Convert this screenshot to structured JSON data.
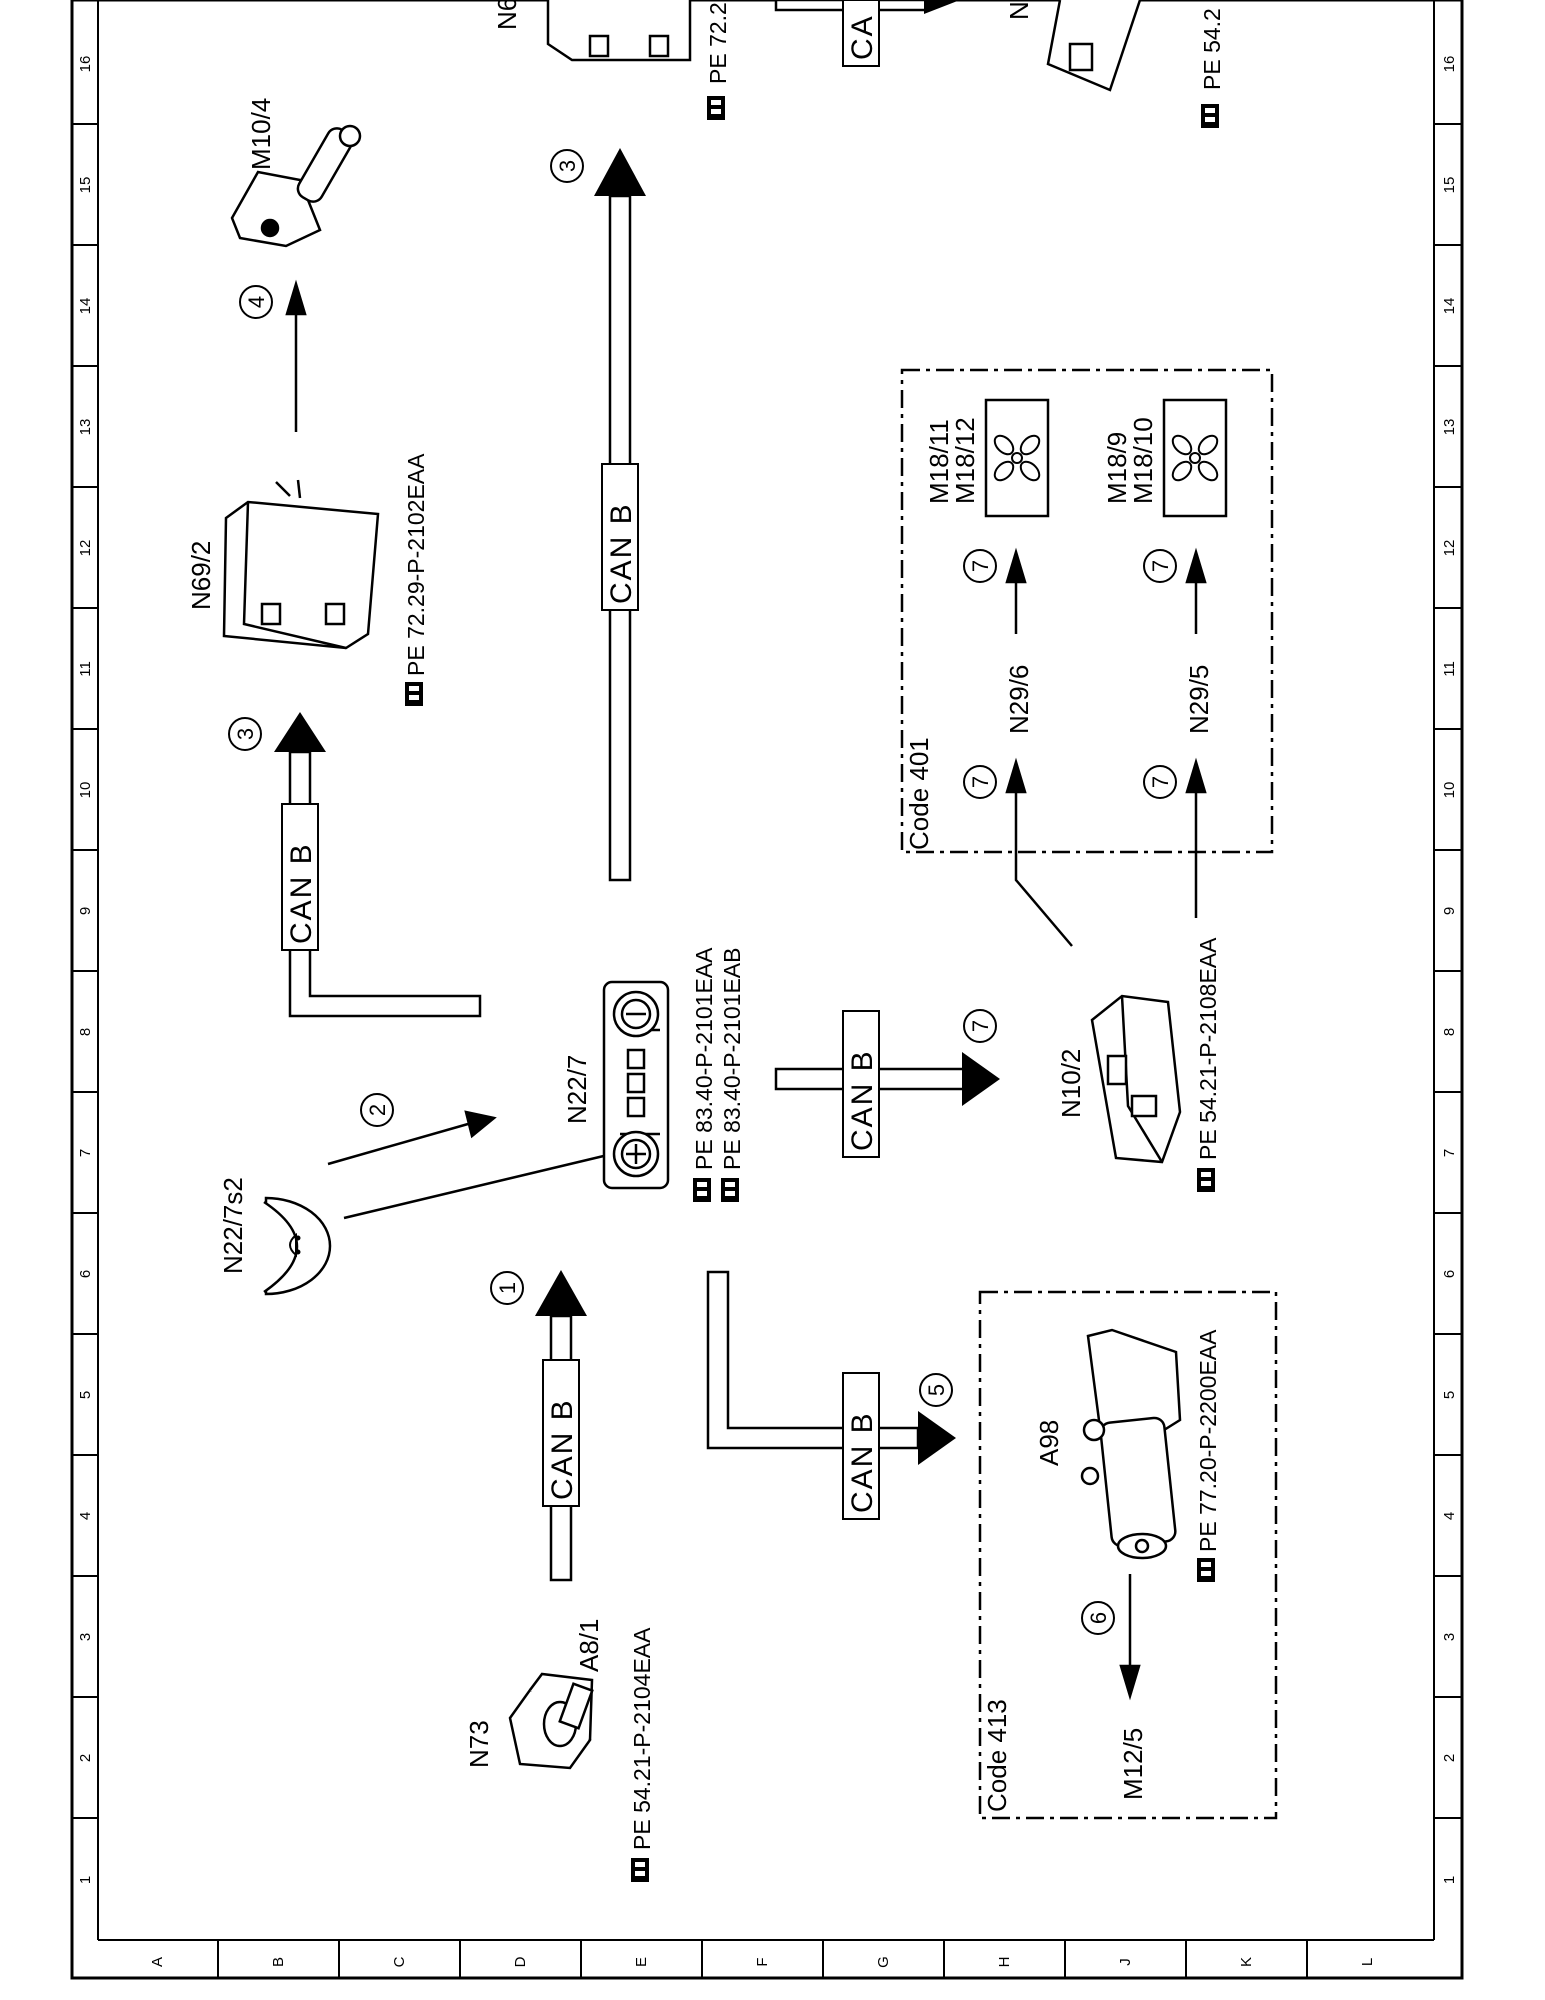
{
  "grid": {
    "numbers": [
      "1",
      "2",
      "3",
      "4",
      "5",
      "6",
      "7",
      "8",
      "9",
      "10",
      "11",
      "12",
      "13",
      "14",
      "15",
      "16"
    ],
    "letters": [
      "A",
      "B",
      "C",
      "D",
      "E",
      "F",
      "G",
      "H",
      "J",
      "K",
      "L"
    ]
  },
  "components": {
    "n73": "N73",
    "a8_1": "A8/1",
    "n22_7s2": "N22/7s2",
    "n22_7": "N22/7",
    "n69_2": "N69/2",
    "m10_4": "M10/4",
    "n10_2": "N10/2",
    "a98": "A98",
    "m12_5": "M12/5",
    "n29_6": "N29/6",
    "n29_5": "N29/5",
    "m18_11": "M18/11",
    "m18_12": "M18/12",
    "m18_9": "M18/9",
    "m18_10": "M18/10",
    "n6_partial": "N6",
    "n_partial": "N"
  },
  "references": {
    "a8_1_ref": "PE 54.21-P-2104EAA",
    "n22_7_ref1": "PE 83.40-P-2101EAA",
    "n22_7_ref2": "PE 83.40-P-2101EAB",
    "n69_2_ref": "PE 72.29-P-2102EAA",
    "n10_2_ref": "PE 54.21-P-2108EAA",
    "a98_ref": "PE 77.20-P-2200EAA",
    "top_mid_ref": "PE 72.2",
    "top_right_ref": "PE 54.2"
  },
  "bus": {
    "label1": "CAN B",
    "label2": "CAN B",
    "label3": "CAN B",
    "label4": "CAN B",
    "label5": "CAN B",
    "label6": "CA"
  },
  "codes": {
    "code_401": "Code 401",
    "code_413": "Code 413"
  },
  "steps": {
    "s1": "1",
    "s2": "2",
    "s3a": "3",
    "s3b": "3",
    "s4": "4",
    "s5": "5",
    "s6": "6",
    "s7a": "7",
    "s7b": "7",
    "s7c": "7",
    "s7d": "7",
    "s7e": "7"
  },
  "icons": [
    "pointing-hand-icon",
    "fan-icon",
    "convertible-top-icon"
  ]
}
